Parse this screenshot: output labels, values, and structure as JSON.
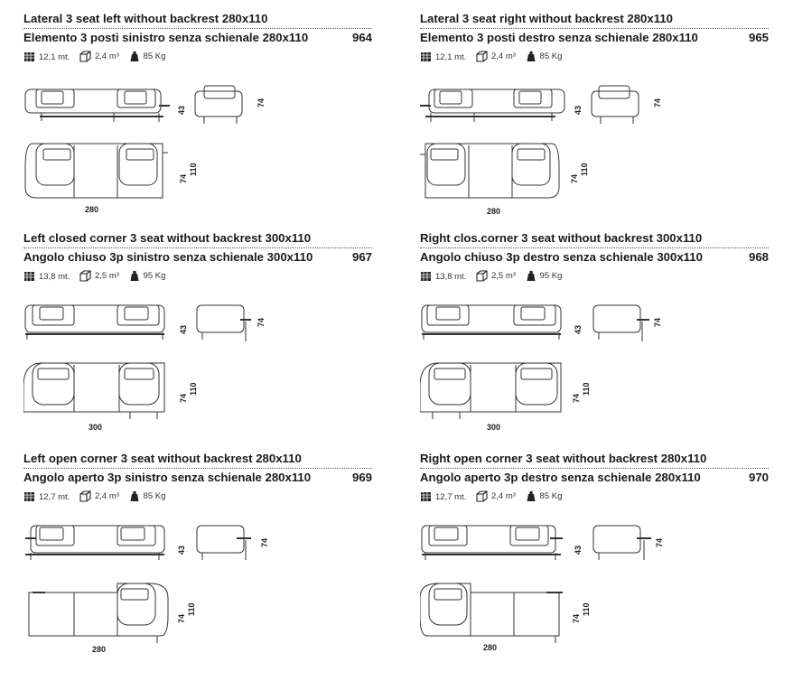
{
  "items": [
    {
      "title_en": "Lateral 3 seat left without backrest 280x110",
      "title_it": "Elemento 3 posti sinistro senza schienale 280x110",
      "code": "964",
      "length": "12,1 mt.",
      "volume": "2,4 m³",
      "weight": "85 Kg",
      "dim_height": "43",
      "dim_total_height": "74",
      "dim_depth": "110",
      "dim_depth_height": "74",
      "dim_width": "280"
    },
    {
      "title_en": "Lateral 3 seat right without backrest 280x110",
      "title_it": "Elemento 3 posti destro senza schienale 280x110",
      "code": "965",
      "length": "12,1 mt.",
      "volume": "2,4 m³",
      "weight": "85 Kg",
      "dim_height": "43",
      "dim_total_height": "74",
      "dim_depth": "110",
      "dim_depth_height": "74",
      "dim_width": "280"
    },
    {
      "title_en": "Left closed corner 3 seat without backrest 300x110",
      "title_it": "Angolo chiuso 3p sinistro senza schienale 300x110",
      "code": "967",
      "length": "13,8 mt.",
      "volume": "2,5 m³",
      "weight": "95 Kg",
      "dim_height": "43",
      "dim_total_height": "74",
      "dim_depth": "110",
      "dim_depth_height": "74",
      "dim_width": "300"
    },
    {
      "title_en": "Right clos.corner 3 seat without backrest 300x110",
      "title_it": "Angolo chiuso 3p destro senza schienale 300x110",
      "code": "968",
      "length": "13,8 mt.",
      "volume": "2,5 m³",
      "weight": "95 Kg",
      "dim_height": "43",
      "dim_total_height": "74",
      "dim_depth": "110",
      "dim_depth_height": "74",
      "dim_width": "300"
    },
    {
      "title_en": "Left open corner 3 seat without backrest 280x110",
      "title_it": "Angolo aperto 3p sinistro senza schienale 280x110",
      "code": "969",
      "length": "12,7 mt.",
      "volume": "2,4 m³",
      "weight": "85 Kg",
      "dim_height": "43",
      "dim_total_height": "74",
      "dim_depth": "110",
      "dim_depth_height": "74",
      "dim_width": "280"
    },
    {
      "title_en": "Right open corner 3 seat without backrest 280x110",
      "title_it": "Angolo aperto 3p destro senza schienale 280x110",
      "code": "970",
      "length": "12,7 mt.",
      "volume": "2,4 m³",
      "weight": "85 Kg",
      "dim_height": "43",
      "dim_total_height": "74",
      "dim_depth": "110",
      "dim_depth_height": "74",
      "dim_width": "280"
    }
  ],
  "icons": {
    "length": "fabric-length-icon",
    "volume": "box-volume-icon",
    "weight": "weight-icon"
  },
  "colors": {
    "text": "#1a1a1a",
    "line": "#333333"
  }
}
